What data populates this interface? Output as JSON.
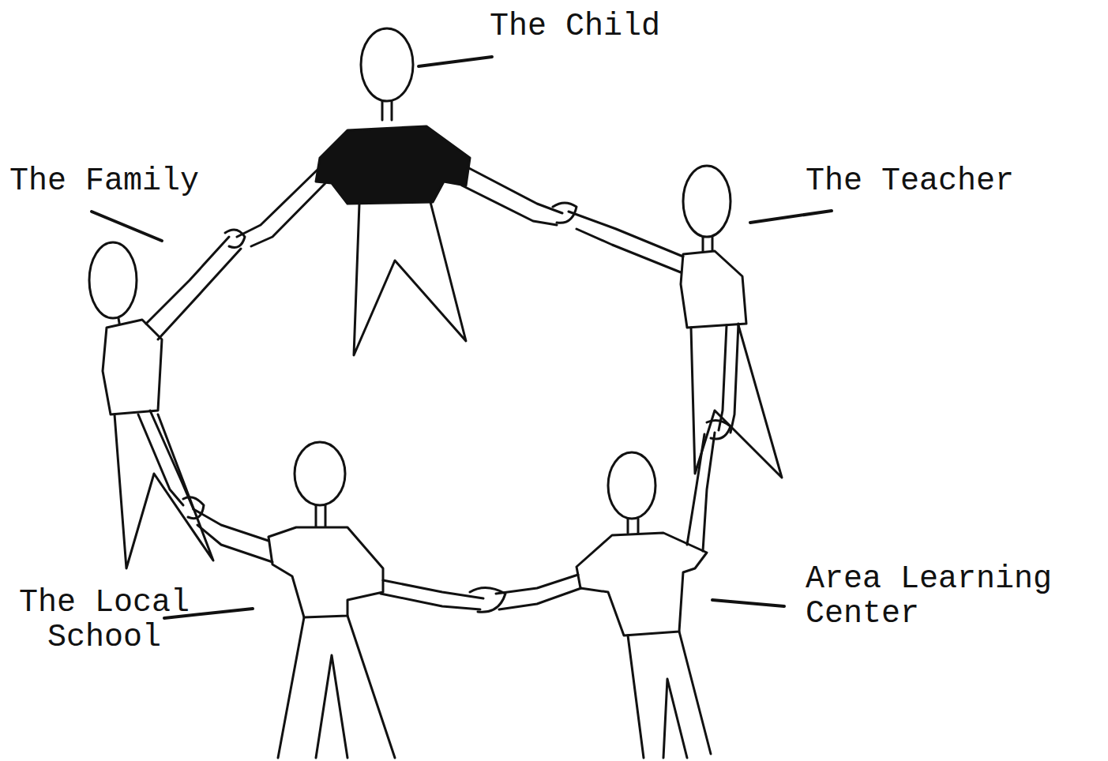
{
  "diagram": {
    "labels": [
      "The Child",
      "The Family",
      "The Teacher",
      "The Local School",
      "Area Learning Center"
    ]
  }
}
